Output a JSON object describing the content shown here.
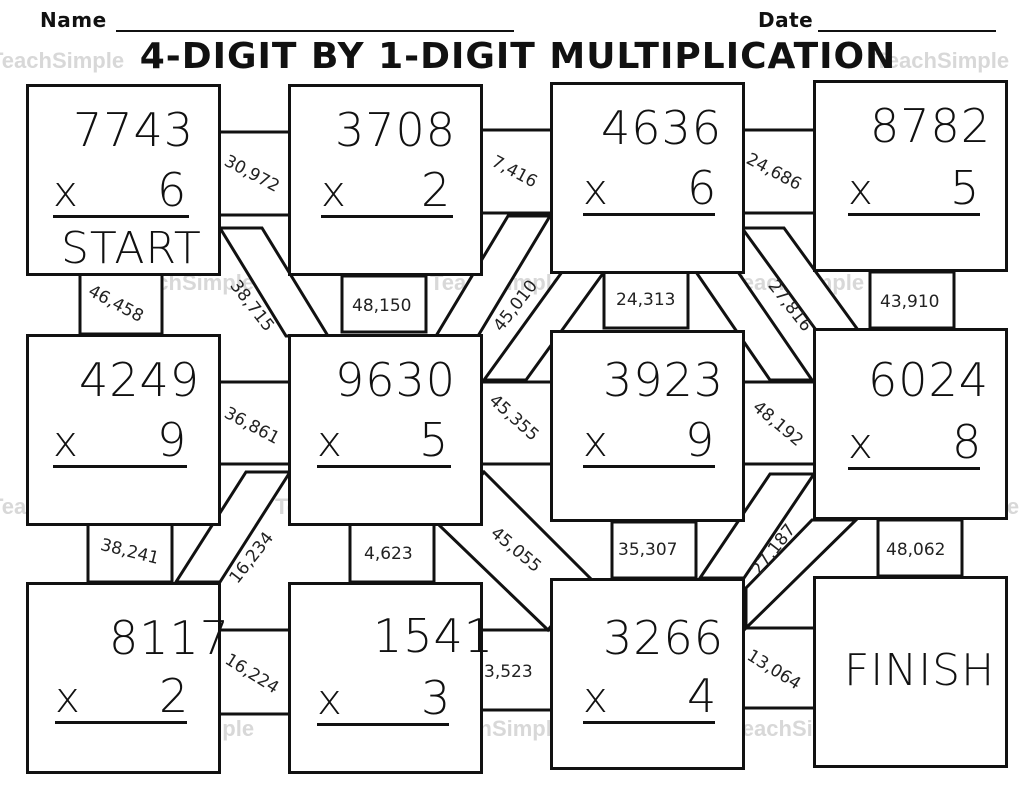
{
  "header": {
    "name_label": "Name",
    "date_label": "Date",
    "title": "4-DIGIT BY 1-DIGIT MULTIPLICATION"
  },
  "watermark": "TeachSimple",
  "problems": [
    {
      "top": "7743",
      "op": "x",
      "mult": "6",
      "tag": "START"
    },
    {
      "top": "3708",
      "op": "x",
      "mult": "2"
    },
    {
      "top": "4636",
      "op": "x",
      "mult": "6"
    },
    {
      "top": "8782",
      "op": "x",
      "mult": "5"
    },
    {
      "top": "4249",
      "op": "x",
      "mult": "9"
    },
    {
      "top": "9630",
      "op": "x",
      "mult": "5"
    },
    {
      "top": "3923",
      "op": "x",
      "mult": "9"
    },
    {
      "top": "6024",
      "op": "x",
      "mult": "8"
    },
    {
      "top": "8117",
      "op": "x",
      "mult": "2"
    },
    {
      "top": "1541",
      "op": "x",
      "mult": "3"
    },
    {
      "top": "3266",
      "op": "x",
      "mult": "4"
    }
  ],
  "finish_label": "FINISH",
  "answers": [
    "30,972",
    "7,416",
    "24,686",
    "46,458",
    "38,715",
    "48,150",
    "45,010",
    "24,313",
    "27,816",
    "43,910",
    "36,861",
    "45,355",
    "48,192",
    "38,241",
    "16,234",
    "4,623",
    "45,055",
    "35,307",
    "27,187",
    "48,062",
    "16,224",
    "3,523",
    "13,064"
  ]
}
